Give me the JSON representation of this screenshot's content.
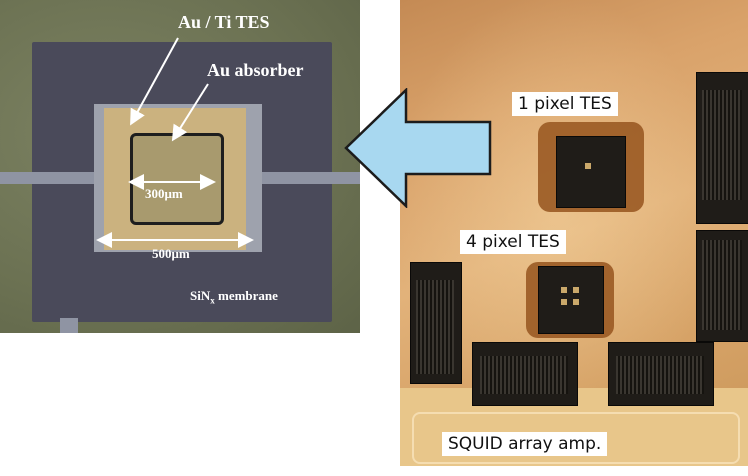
{
  "micrograph": {
    "labels": {
      "tes": "Au / Ti TES",
      "absorber": "Au absorber",
      "dim_inner": "300μm",
      "dim_outer": "500μm",
      "membrane_prefix": "SiN",
      "membrane_sub": "x",
      "membrane_suffix": " membrane"
    }
  },
  "photo": {
    "labels": {
      "one_pixel": "1 pixel TES",
      "four_pixel": "4 pixel TES",
      "squid": "SQUID array amp."
    }
  },
  "colors": {
    "arrow_fill": "#a8d8f0",
    "arrow_stroke": "#1c1c1c"
  }
}
